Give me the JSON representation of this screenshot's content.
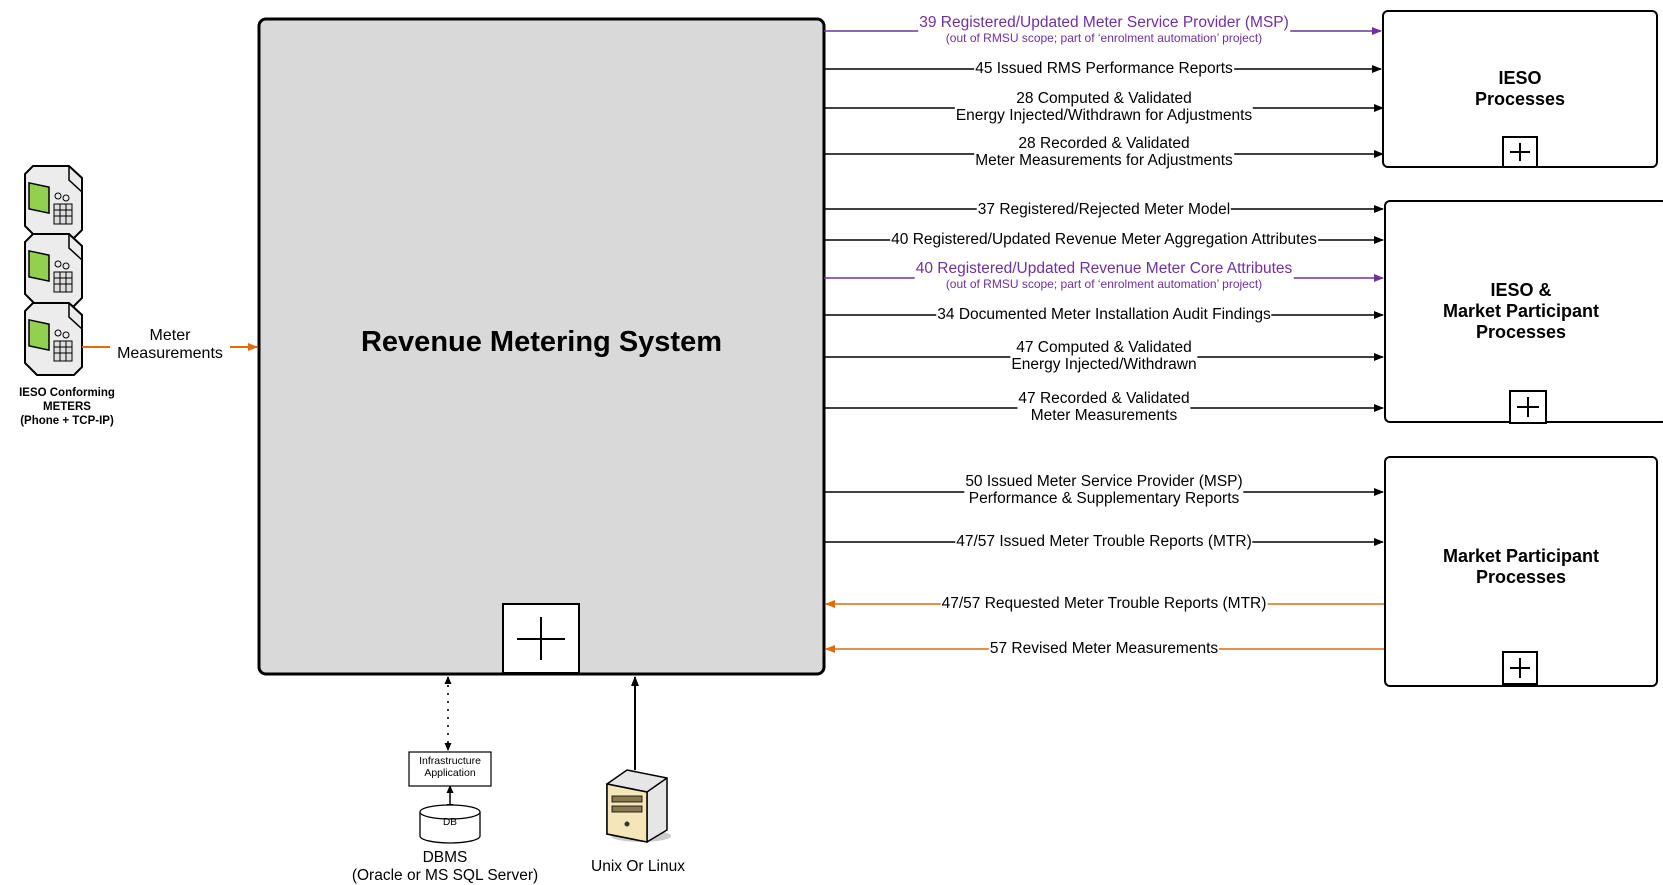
{
  "rms": {
    "title": "Revenue Metering System"
  },
  "meters": {
    "caption_lines": [
      "IESO Conforming",
      "METERS",
      "(Phone + TCP-IP)"
    ],
    "flow_label_lines": [
      "Meter",
      "Measurements"
    ]
  },
  "right_boxes": {
    "ieso": {
      "lines": [
        "IESO",
        "Processes"
      ]
    },
    "ieso_mp": {
      "lines": [
        "IESO  &",
        "Market Participant",
        "Processes"
      ]
    },
    "mp": {
      "lines": [
        "Market Participant",
        "Processes"
      ]
    }
  },
  "flows": [
    {
      "lines": [
        "39 Registered/Updated Meter Service Provider (MSP)"
      ],
      "note": "(out of RMSU scope; part of ‘enrolment automation’ project)",
      "color": "#7030A0",
      "direction": "out"
    },
    {
      "lines": [
        "45 Issued RMS Performance Reports"
      ],
      "direction": "out"
    },
    {
      "lines": [
        "28 Computed & Validated",
        "Energy Injected/Withdrawn for Adjustments"
      ],
      "direction": "out"
    },
    {
      "lines": [
        "28 Recorded & Validated",
        "Meter Measurements for Adjustments"
      ],
      "direction": "out"
    },
    {
      "lines": [
        "37 Registered/Rejected Meter Model"
      ],
      "direction": "out"
    },
    {
      "lines": [
        "40 Registered/Updated Revenue Meter Aggregation Attributes"
      ],
      "direction": "out"
    },
    {
      "lines": [
        "40 Registered/Updated Revenue Meter Core Attributes"
      ],
      "note": "(out of RMSU scope; part of ‘enrolment automation’ project)",
      "color": "#7030A0",
      "direction": "out"
    },
    {
      "lines": [
        "34 Documented Meter Installation Audit Findings"
      ],
      "direction": "out"
    },
    {
      "lines": [
        "47 Computed & Validated",
        "Energy Injected/Withdrawn"
      ],
      "direction": "out"
    },
    {
      "lines": [
        "47 Recorded & Validated",
        "Meter Measurements"
      ],
      "direction": "out"
    },
    {
      "lines": [
        "50 Issued Meter Service Provider (MSP)",
        "Performance & Supplementary Reports"
      ],
      "direction": "out"
    },
    {
      "lines": [
        "47/57 Issued Meter Trouble Reports (MTR)"
      ],
      "direction": "out"
    },
    {
      "lines": [
        "47/57 Requested Meter Trouble Reports (MTR)"
      ],
      "color": "#E26B0A",
      "direction": "in"
    },
    {
      "lines": [
        "57 Revised Meter Measurements"
      ],
      "color": "#E26B0A",
      "direction": "in"
    }
  ],
  "infrastructure": {
    "app_lines": [
      "Infrastructure",
      "Application"
    ],
    "db_label": "DB",
    "dbms_lines": [
      "DBMS",
      "(Oracle or MS SQL Server)"
    ],
    "os_label": "Unix Or Linux"
  },
  "colors": {
    "rms_fill": "#D9D9D9",
    "purple": "#7030A0",
    "orange": "#E26B0A",
    "meter_screen": "#92D050"
  }
}
